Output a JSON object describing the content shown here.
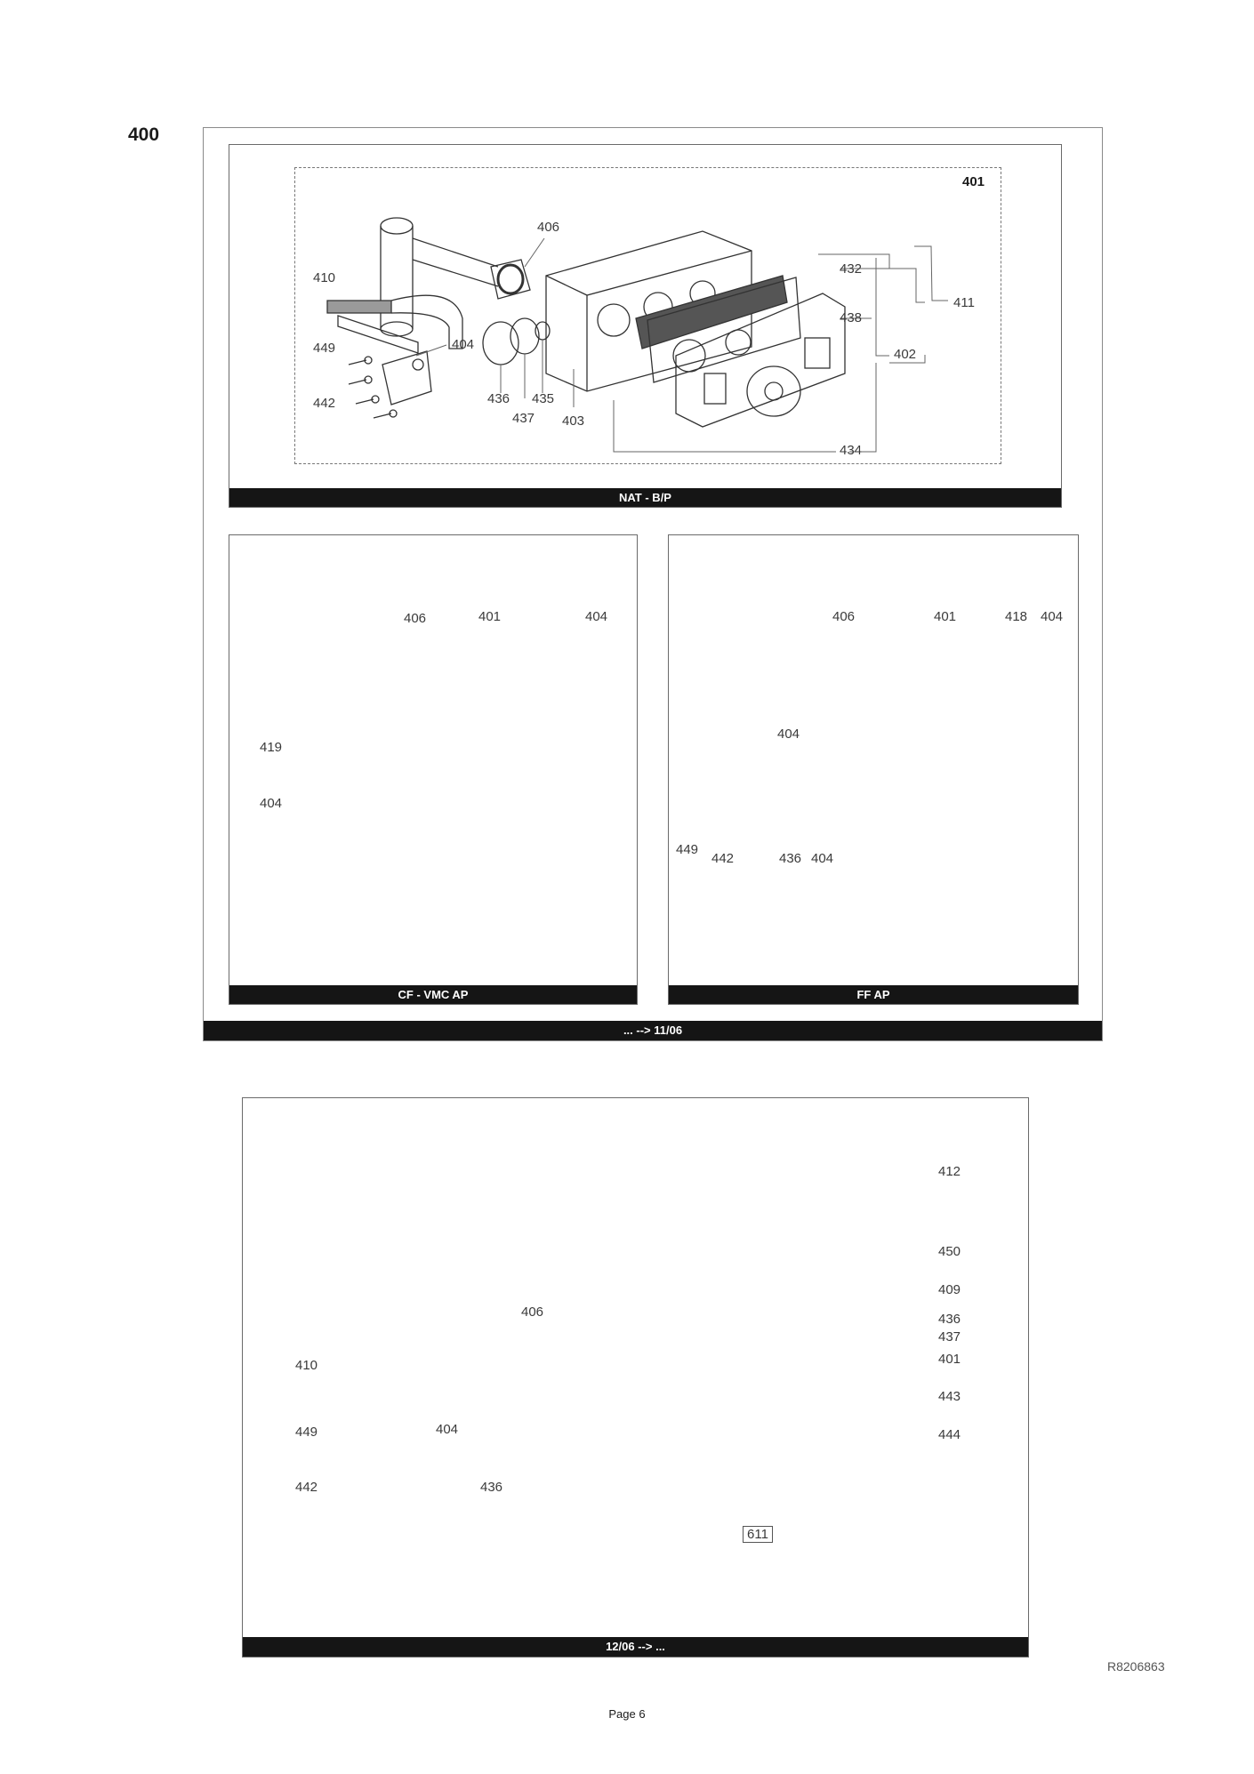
{
  "section_number": "400",
  "top_diagram": {
    "group_tag": "401",
    "labels": {
      "l406": "406",
      "l410": "410",
      "l432": "432",
      "l438": "438",
      "l411": "411",
      "l449": "449",
      "l404": "404",
      "l402": "402",
      "l442": "442",
      "l436": "436",
      "l435": "435",
      "l437": "437",
      "l403": "403",
      "l434": "434"
    },
    "bar_label": "NAT - B/P"
  },
  "left_diagram": {
    "labels": {
      "l406": "406",
      "l401": "401",
      "l404a": "404",
      "l419": "419",
      "l404b": "404"
    },
    "bar_label": "CF - VMC AP"
  },
  "right_diagram": {
    "labels": {
      "l406": "406",
      "l401": "401",
      "l418": "418",
      "l404a": "404",
      "l404b": "404",
      "l449": "449",
      "l442": "442",
      "l436": "436",
      "l404c": "404"
    },
    "bar_label": "FF AP"
  },
  "upper_frame_bar_label": "... --> 11/06",
  "lower_diagram": {
    "labels": {
      "l412": "412",
      "l450": "450",
      "l409": "409",
      "l436a": "436",
      "l437": "437",
      "l406": "406",
      "l401": "401",
      "l410": "410",
      "l443": "443",
      "l444": "444",
      "l449": "449",
      "l404": "404",
      "l442": "442",
      "l436b": "436",
      "l611": "611"
    },
    "bar_label": "12/06 --> ..."
  },
  "reference_code": "R8206863",
  "page_label": "Page 6"
}
